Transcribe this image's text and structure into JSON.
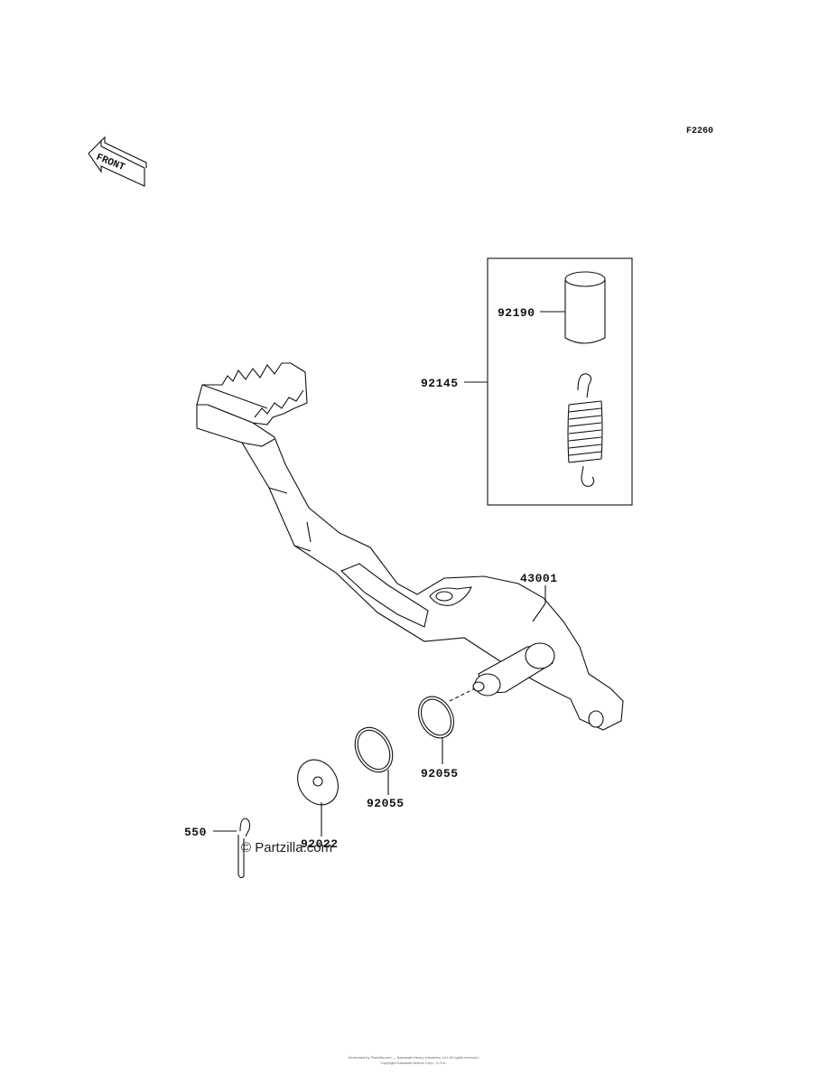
{
  "diagram_code": "F2260",
  "front_label": "FRONT",
  "watermark": "© Partzilla.com",
  "parts": {
    "sleeve": "92190",
    "spring_kit": "92145",
    "brake_pedal": "43001",
    "ring_inner": "92055",
    "ring_outer": "92055",
    "washer": "92022",
    "cotter_pin": "550"
  },
  "footer": {
    "line1": "Generated by Partzilla.com — Kawasaki Heavy Industries, Ltd. All rights reserved.",
    "line2": "Copyright Kawasaki Motors Corp., U.S.A."
  },
  "colors": {
    "ink": "#111111",
    "paper": "#ffffff"
  }
}
